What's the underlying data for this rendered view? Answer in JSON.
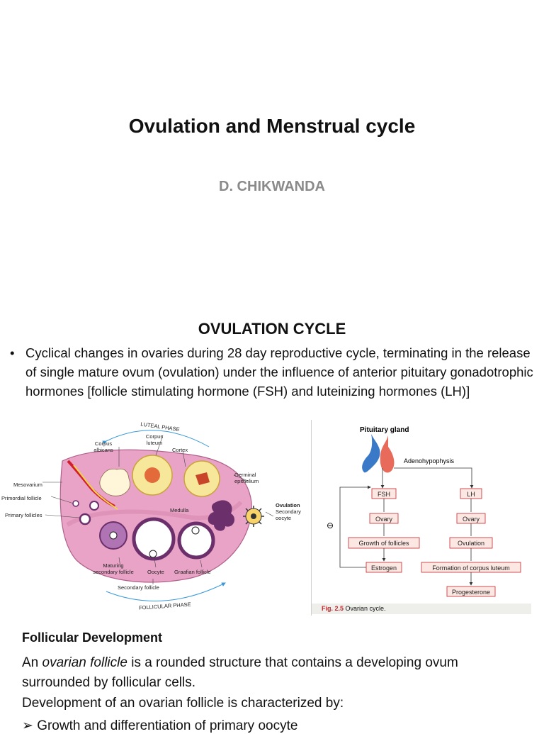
{
  "title": "Ovulation and Menstrual cycle",
  "author": "D. CHIKWANDA",
  "section_heading": "OVULATION CYCLE",
  "bullet": "Cyclical changes in ovaries during 28 day reproductive cycle, terminating in the release of single mature ovum (ovulation) under the influence of anterior pituitary gonadotrophic hormones [follicle stimulating hormone (FSH) and luteinizing hormones (LH)]",
  "ovary_figure": {
    "phase_top": "LUTEAL PHASE",
    "phase_bottom": "FOLLICULAR PHASE",
    "labels": {
      "corpus_albicans": [
        "Corpus",
        "albicans"
      ],
      "corpus_luteum": [
        "Corpus",
        "luteum"
      ],
      "cortex": "Cortex",
      "germinal_epithelium": [
        "Germinal",
        "epithelium"
      ],
      "mesovarium": "Mesovarium",
      "primordial_follicle": "Primordial follicle",
      "primary_follicles": "Primary follicles",
      "medulla": "Medulla",
      "ovulation": "Ovulation",
      "secondary_oocyte": [
        "Secondary",
        "oocyte"
      ],
      "maturing_secondary_follicle": [
        "Maturing",
        "secondary follicle"
      ],
      "oocyte": "Oocyte",
      "graafian_follicle": "Graafian follicle",
      "secondary_follicle": "Secondary follicle"
    }
  },
  "cycle_figure": {
    "pituitary_gland": "Pituitary gland",
    "adenohypophysis": "Adenohypophysis",
    "minus_sign": "⊖",
    "left_boxes": [
      "FSH",
      "Ovary",
      "Growth of follicles",
      "Estrogen"
    ],
    "right_boxes": [
      "LH",
      "Ovary",
      "Ovulation",
      "Formation of corpus luteum",
      "Progesterone"
    ]
  },
  "figure_caption": {
    "number": "Fig. 2.5",
    "text": "Ovarian cycle."
  },
  "follicular": {
    "heading": "Follicular Development",
    "p1_pre": "An ",
    "p1_em": "ovarian follicle",
    "p1_post": " is a rounded structure that contains a developing ovum surrounded by follicular cells.",
    "p2": "Development of an ovarian follicle  is characterized by:",
    "p3": "➢ Growth and differentiation of primary oocyte"
  },
  "colors": {
    "ovary_pink": "#e8a3c6",
    "follicle_purple": "#6b2f6b",
    "corpus_luteum_yellow": "#f7e79a",
    "box_red": "#c1272d",
    "pituitary_blue": "#3a78c8"
  }
}
